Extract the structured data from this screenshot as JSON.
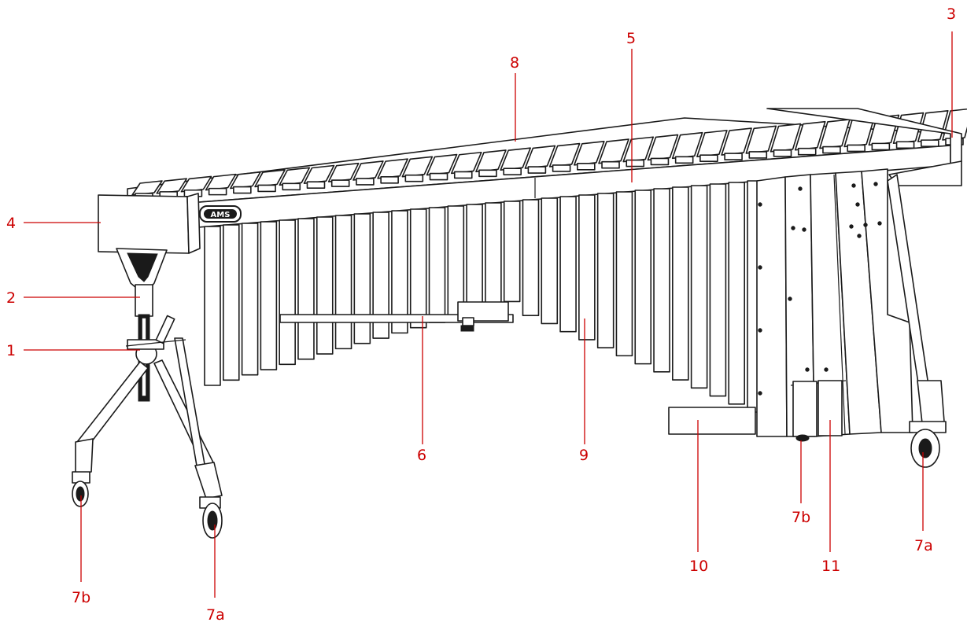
{
  "accent_color": "#cc0000",
  "line_color": "#1a1a1a",
  "brand_logo_text": "AMS",
  "callouts": {
    "c1": "1",
    "c2": "2",
    "c3": "3",
    "c4": "4",
    "c5": "5",
    "c6": "6",
    "c7a_left": "7a",
    "c7b_left": "7b",
    "c7a_right": "7a",
    "c7b_right": "7b",
    "c8": "8",
    "c9": "9",
    "c10": "10",
    "c11": "11"
  }
}
